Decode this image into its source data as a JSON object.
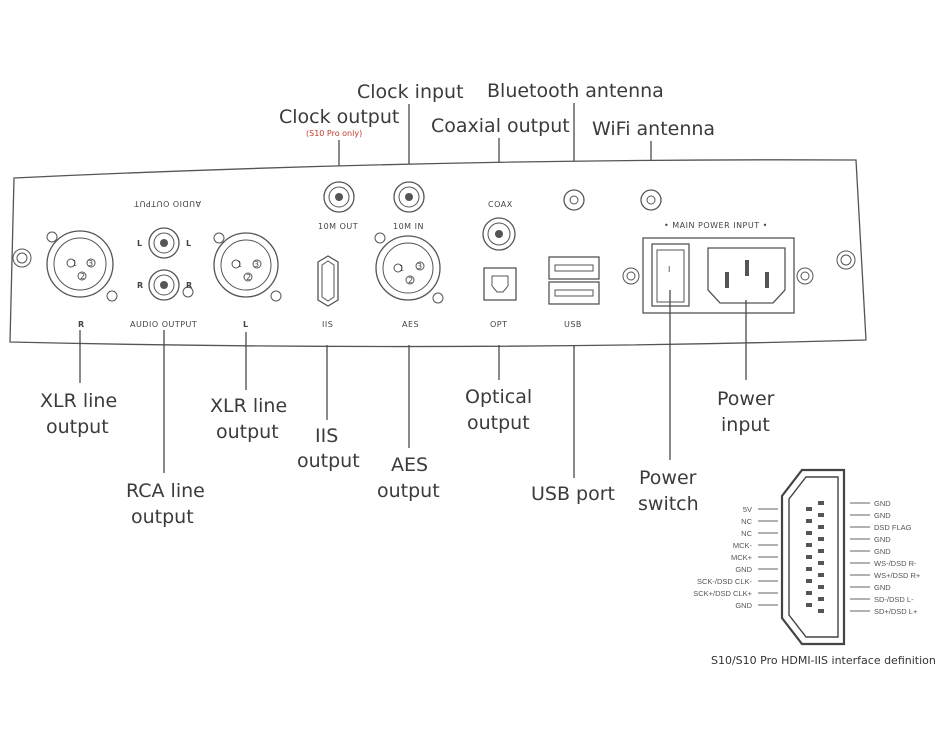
{
  "callouts": {
    "clock_input": "Clock input",
    "bluetooth_antenna": "Bluetooth antenna",
    "clock_output": "Clock output",
    "s10_pro_only": "(S10 Pro only)",
    "coaxial_output": "Coaxial output",
    "wifi_antenna": "WiFi antenna",
    "xlr_line_output_r": [
      "XLR line",
      "output"
    ],
    "rca_line_output": [
      "RCA line",
      "output"
    ],
    "xlr_line_output_l": [
      "XLR line",
      "output"
    ],
    "iis_output": [
      "IIS",
      "output"
    ],
    "aes_output": [
      "AES",
      "output"
    ],
    "optical_output": [
      "Optical",
      "output"
    ],
    "usb_port": "USB port",
    "power_switch": [
      "Power",
      "switch"
    ],
    "power_input": [
      "Power",
      "input"
    ]
  },
  "panel": {
    "audio_output_top": "AUDIO OUTPUT",
    "audio_output_bottom": "AUDIO OUTPUT",
    "rca_l_left": "L",
    "rca_l_right": "L",
    "rca_r_left": "R",
    "rca_r_right": "R",
    "xlr_r_label": "R",
    "xlr_l_label": "L",
    "xlr_pin1": "1",
    "xlr_pin2": "2",
    "xlr_pin3": "3",
    "ten_m_out": "10M OUT",
    "ten_m_in": "10M IN",
    "coax": "COAX",
    "iis": "IIS",
    "aes": "AES",
    "opt": "OPT",
    "usb": "USB",
    "main_power_input": "• MAIN POWER INPUT •",
    "switch_on": "I"
  },
  "hdmi_pinout": {
    "left_pins": [
      "5V",
      "NC",
      "NC",
      "MCK-",
      "MCK+",
      "GND",
      "SCK-/DSD CLK-",
      "SCK+/DSD CLK+",
      "GND"
    ],
    "right_pins": [
      "GND",
      "GND",
      "DSD FLAG",
      "GND",
      "GND",
      "WS-/DSD R-",
      "WS+/DSD R+",
      "GND",
      "SD-/DSD L-",
      "SD+/DSD L+"
    ],
    "caption": "S10/S10 Pro HDMI-IIS interface definition"
  }
}
